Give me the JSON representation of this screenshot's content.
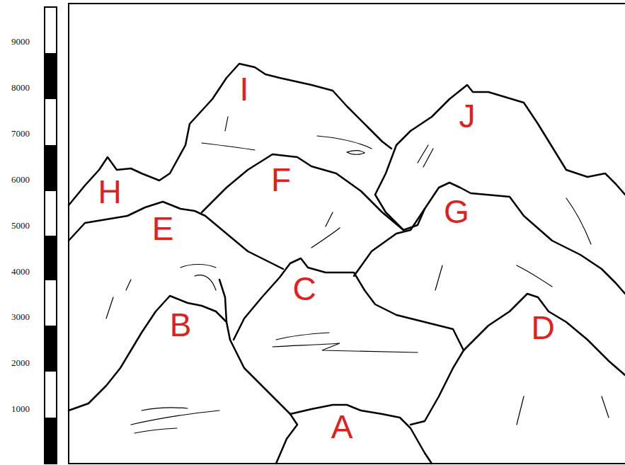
{
  "diagram": {
    "labels": [
      "9000",
      "8000",
      "7000",
      "6000",
      "5000",
      "4000",
      "3000",
      "2000",
      "1000",
      "I",
      "J",
      "H",
      "F",
      "E",
      "G",
      "C",
      "B",
      "D",
      "A"
    ]
  }
}
